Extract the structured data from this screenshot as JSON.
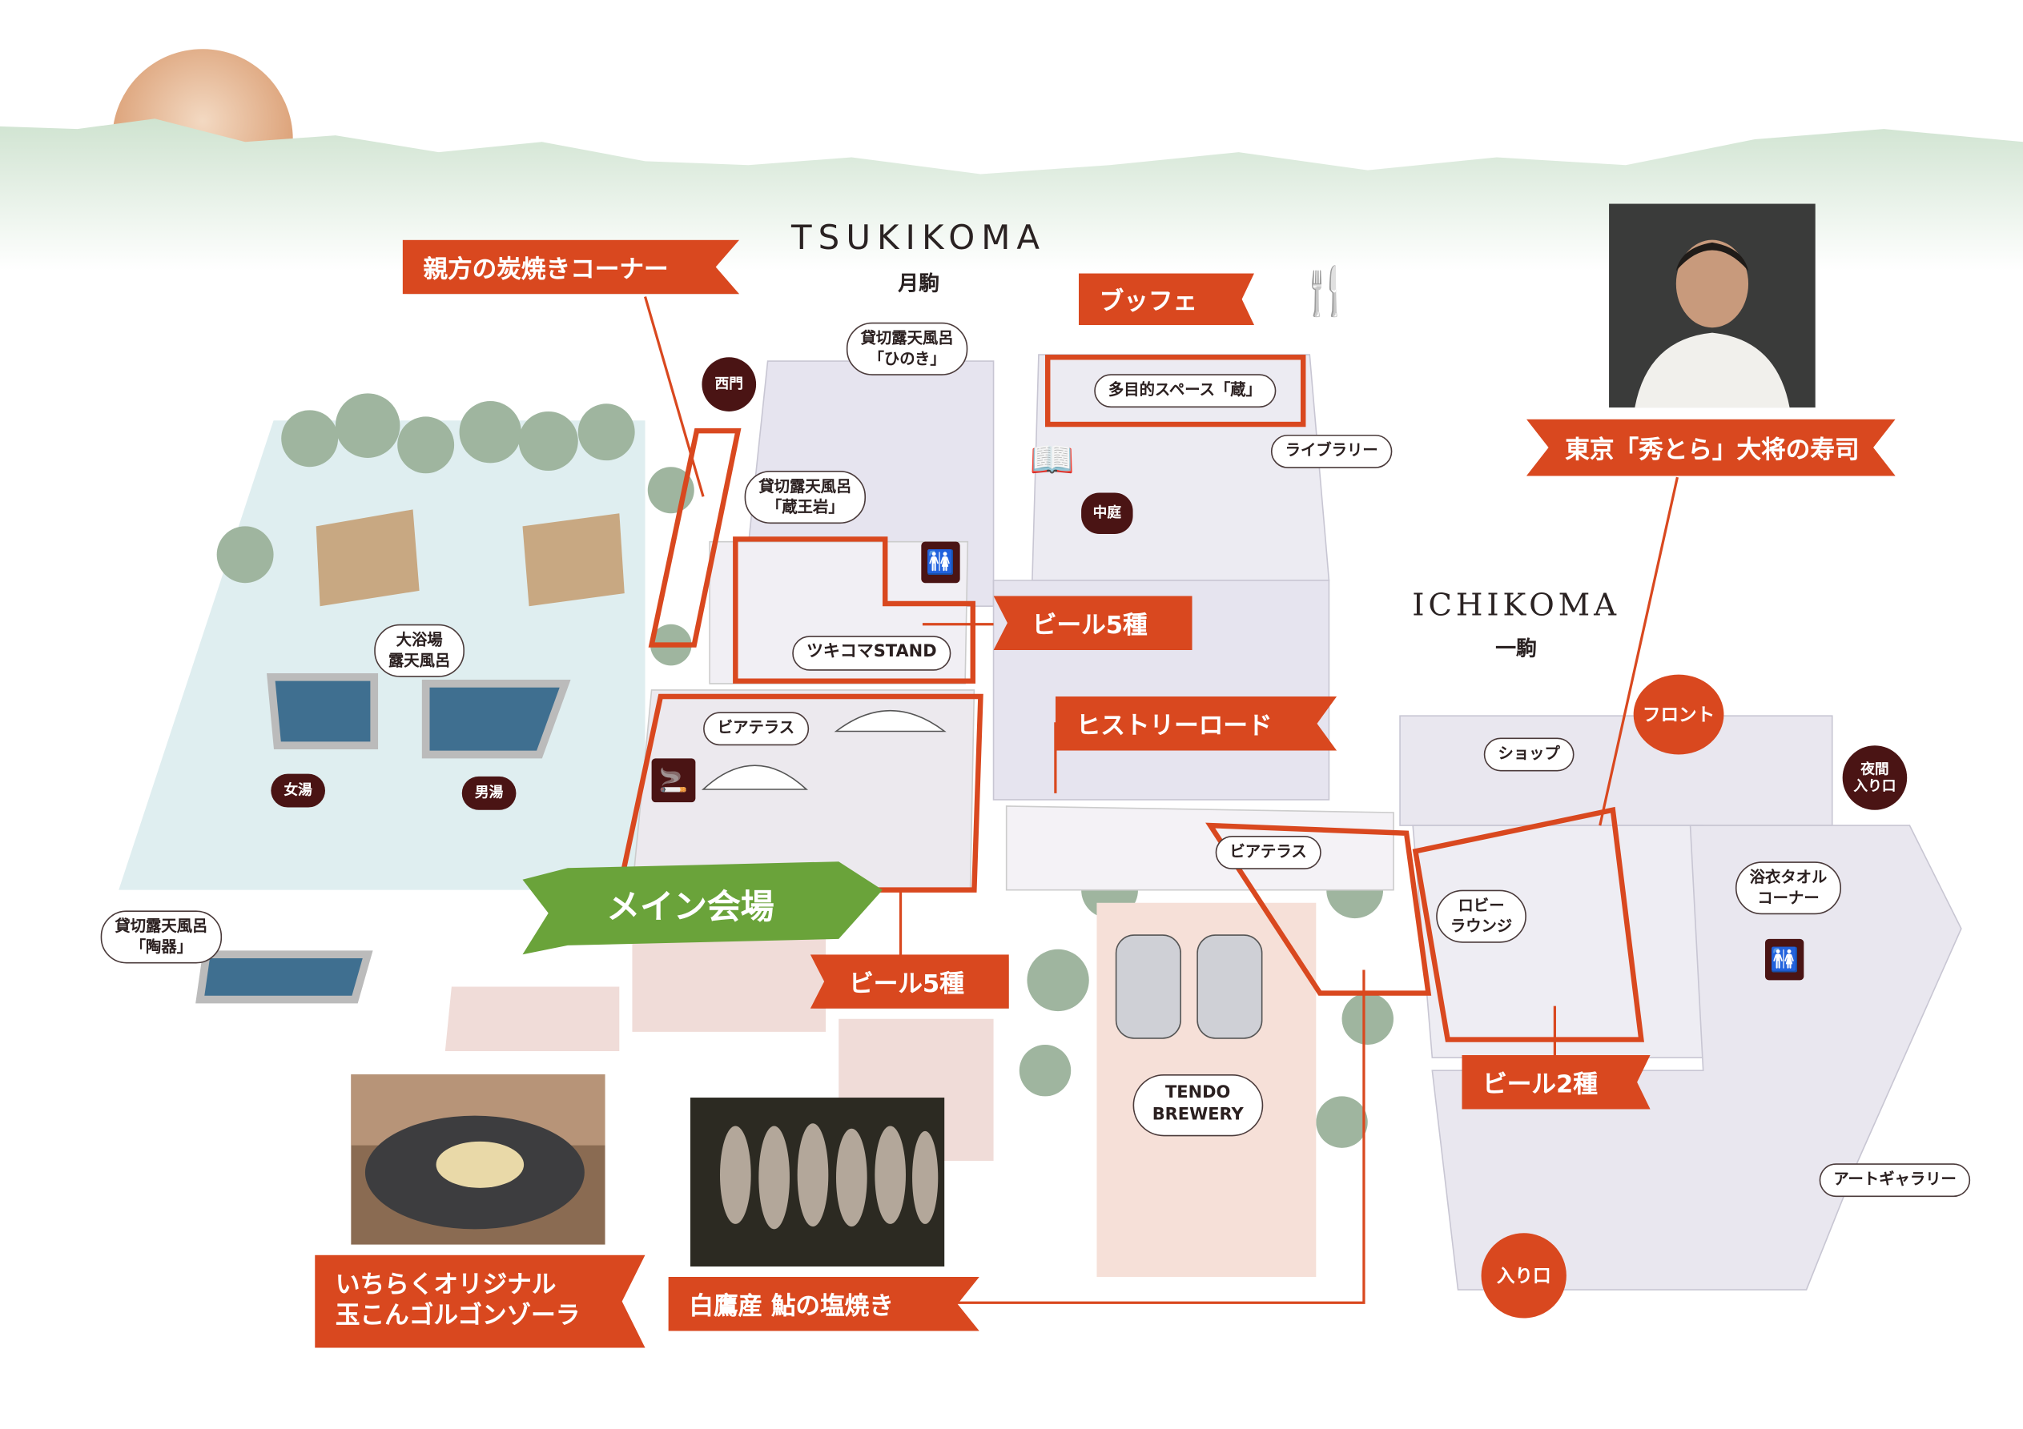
{
  "colors": {
    "accent": "#d9481f",
    "green": "#6aa33a",
    "marker_dark": "#4a1414",
    "route": "#e9e6ee"
  },
  "brands": {
    "tsukikoma_en": "TSUKIKOMA",
    "tsukikoma_jp": "月駒",
    "ichikoma_en": "ICHIKOMA",
    "ichikoma_jp": "一駒"
  },
  "banners": {
    "oyakata": "親方の炭焼きコーナー",
    "buffet": "ブッフェ",
    "beer5_top": "ビール5種",
    "history_road": "ヒストリーロード",
    "tokyo_sushi": "東京「秀とら」大将の寿司",
    "main_venue": "メイン会場",
    "beer5_bottom": "ビール5種",
    "beer2": "ビール2種",
    "ichiraku_line1": "いちらくオリジナル",
    "ichiraku_line2": "玉こんゴルゴンゾーラ",
    "ayu": "白鷹産 鮎の塩焼き"
  },
  "pins": {
    "hinoki_line1": "貸切露天風呂",
    "hinoki_line2": "「ひのき」",
    "zaoiwa_line1": "貸切露天風呂",
    "zaoiwa_line2": "「蔵王岩」",
    "kura": "多目的スペース「蔵」",
    "library": "ライブラリー",
    "daiyokujo_line1": "大浴場",
    "daiyokujo_line2": "露天風呂",
    "tsukikoma_stand": "ツキコマSTAND",
    "beer_terrace_1": "ビアテラス",
    "beer_terrace_2": "ビアテラス",
    "toki_line1": "貸切露天風呂",
    "toki_line2": "「陶器」",
    "shop": "ショップ",
    "lobby_line1": "ロビー",
    "lobby_line2": "ラウンジ",
    "yukata_line1": "浴衣タオル",
    "yukata_line2": "コーナー",
    "brewery_line1": "TENDO",
    "brewery_line2": "BREWERY",
    "art_gallery": "アートギャラリー"
  },
  "markers": {
    "west_gate": "西門",
    "courtyard": "中庭",
    "women_bath": "女湯",
    "men_bath": "男湯",
    "night_entrance_line1": "夜間",
    "night_entrance_line2": "入り口",
    "front": "フロント",
    "entrance": "入り口"
  },
  "icons": [
    "toilet-icon",
    "smoking-icon",
    "fork-knife-icon",
    "book-icon"
  ]
}
